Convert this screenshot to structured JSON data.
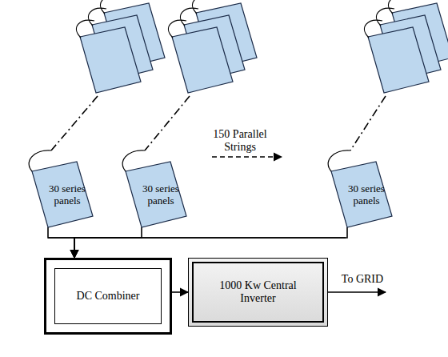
{
  "diagram": {
    "nodes": [
      {
        "text": [
          "30 series panels"
        ]
      },
      {
        "text": [
          "30 series panels"
        ]
      },
      {
        "text": [
          "30 series panels"
        ]
      },
      {
        "text": [
          "DC Combiner"
        ]
      },
      {
        "text": [
          "1000 Kw Central Inverter"
        ]
      }
    ],
    "edges": [
      {
        "from": 0,
        "to": 3,
        "arrow": "to"
      },
      {
        "from": 1,
        "to": 3,
        "arrow": "to"
      },
      {
        "from": 2,
        "to": 3,
        "arrow": "to"
      },
      {
        "from": 3,
        "to": 4,
        "arrow": "to"
      }
    ],
    "labels": [
      "150 Parallel Strings",
      "To GRID"
    ]
  }
}
